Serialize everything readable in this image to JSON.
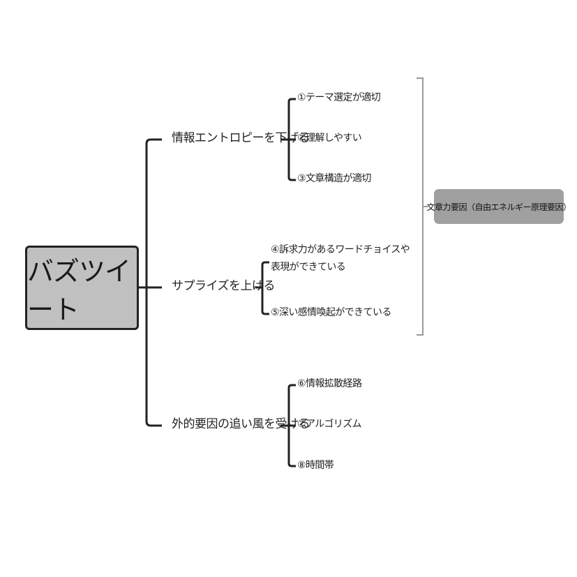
{
  "root": {
    "label": "バズツイート"
  },
  "branches": [
    {
      "label": "情報エントロピーを下げる",
      "children": [
        "①テーマ選定が適切",
        "②理解しやすい",
        "③文章構造が適切"
      ]
    },
    {
      "label": "サプライズを上げる",
      "children": [
        "④訴求力があるワードチョイスや表現ができている",
        "⑤深い感情喚起ができている"
      ]
    },
    {
      "label": "外的要因の追い風を受ける",
      "children": [
        "⑥情報拡散経路",
        "⑦アルゴリズム",
        "⑧時間帯"
      ]
    }
  ],
  "summary": {
    "label": "文章力要因（自由エネルギー原理要因）"
  },
  "colors": {
    "line": "#222222",
    "bracket": "#999999",
    "root_fill": "#c0c0c0",
    "summary_fill": "#a0a0a0"
  }
}
